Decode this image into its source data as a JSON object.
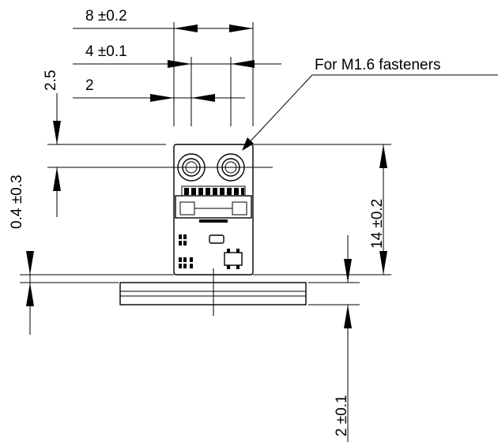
{
  "dimensions": {
    "width_total": "8 ±0.2",
    "hole_pitch": "4 ±0.1",
    "hole_offset": "2",
    "hole_height": "2.5",
    "gap": "0.4 ±0.3",
    "board_height": "14 ±0.2",
    "plate_thickness": "2 ±0.1"
  },
  "callouts": {
    "fastener_note": "For M1.6 fasteners"
  }
}
